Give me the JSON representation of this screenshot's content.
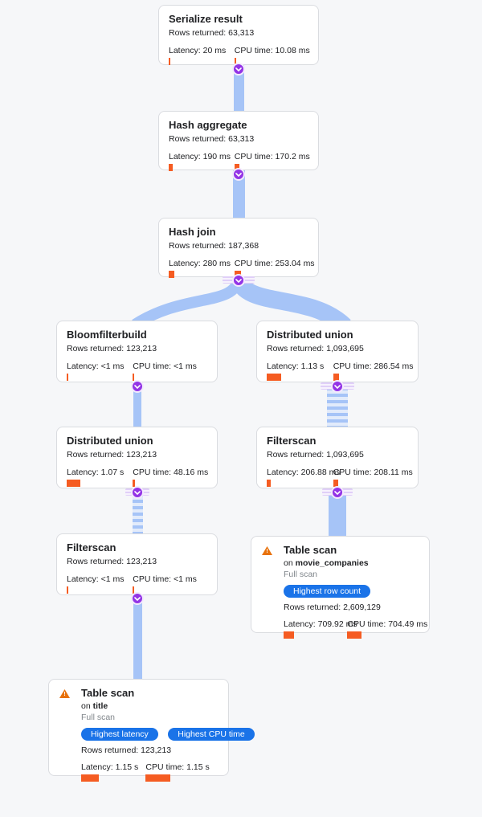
{
  "colors": {
    "background": "#f6f7f9",
    "card_border": "#dadce0",
    "edge_blue": "#a6c4f7",
    "toggle_purple": "#9334e6",
    "metric_bar_orange": "#f55c22",
    "badge_blue": "#1a73e8",
    "warning_orange": "#e8710a",
    "muted_text": "#80868b"
  },
  "labels": {
    "rows_returned": "Rows returned:",
    "latency": "Latency:",
    "cpu_time": "CPU time:",
    "on": "on",
    "full_scan": "Full scan"
  },
  "icons": {
    "toggle": "chevron-down-icon",
    "warning": "warning-triangle-icon"
  },
  "nodes": [
    {
      "title": "Serialize result",
      "rows_returned": "63,313",
      "latency": "20 ms",
      "cpu_time": "10.08 ms"
    },
    {
      "title": "Hash aggregate",
      "rows_returned": "63,313",
      "latency": "190 ms",
      "cpu_time": "170.2 ms"
    },
    {
      "title": "Hash join",
      "rows_returned": "187,368",
      "latency": "280 ms",
      "cpu_time": "253.04 ms"
    },
    {
      "title": "Bloomfilterbuild",
      "rows_returned": "123,213",
      "latency": "<1 ms",
      "cpu_time": "<1 ms"
    },
    {
      "title": "Distributed union",
      "rows_returned": "1,093,695",
      "latency": "1.13 s",
      "cpu_time": "286.54 ms"
    },
    {
      "title": "Distributed union",
      "rows_returned": "123,213",
      "latency": "1.07 s",
      "cpu_time": "48.16 ms"
    },
    {
      "title": "Filterscan",
      "rows_returned": "1,093,695",
      "latency": "206.88 ms",
      "cpu_time": "208.11 ms"
    },
    {
      "title": "Filterscan",
      "rows_returned": "123,213",
      "latency": "<1 ms",
      "cpu_time": "<1 ms"
    },
    {
      "title": "Table scan",
      "table": "movie_companies",
      "scan_type": "Full scan",
      "badges": [
        "Highest row count"
      ],
      "rows_returned": "2,609,129",
      "latency": "709.92 ms",
      "cpu_time": "704.49 ms"
    },
    {
      "title": "Table scan",
      "table": "title",
      "scan_type": "Full scan",
      "badges": [
        "Highest latency",
        "Highest CPU time"
      ],
      "rows_returned": "123,213",
      "latency": "1.15 s",
      "cpu_time": "1.15 s"
    }
  ]
}
